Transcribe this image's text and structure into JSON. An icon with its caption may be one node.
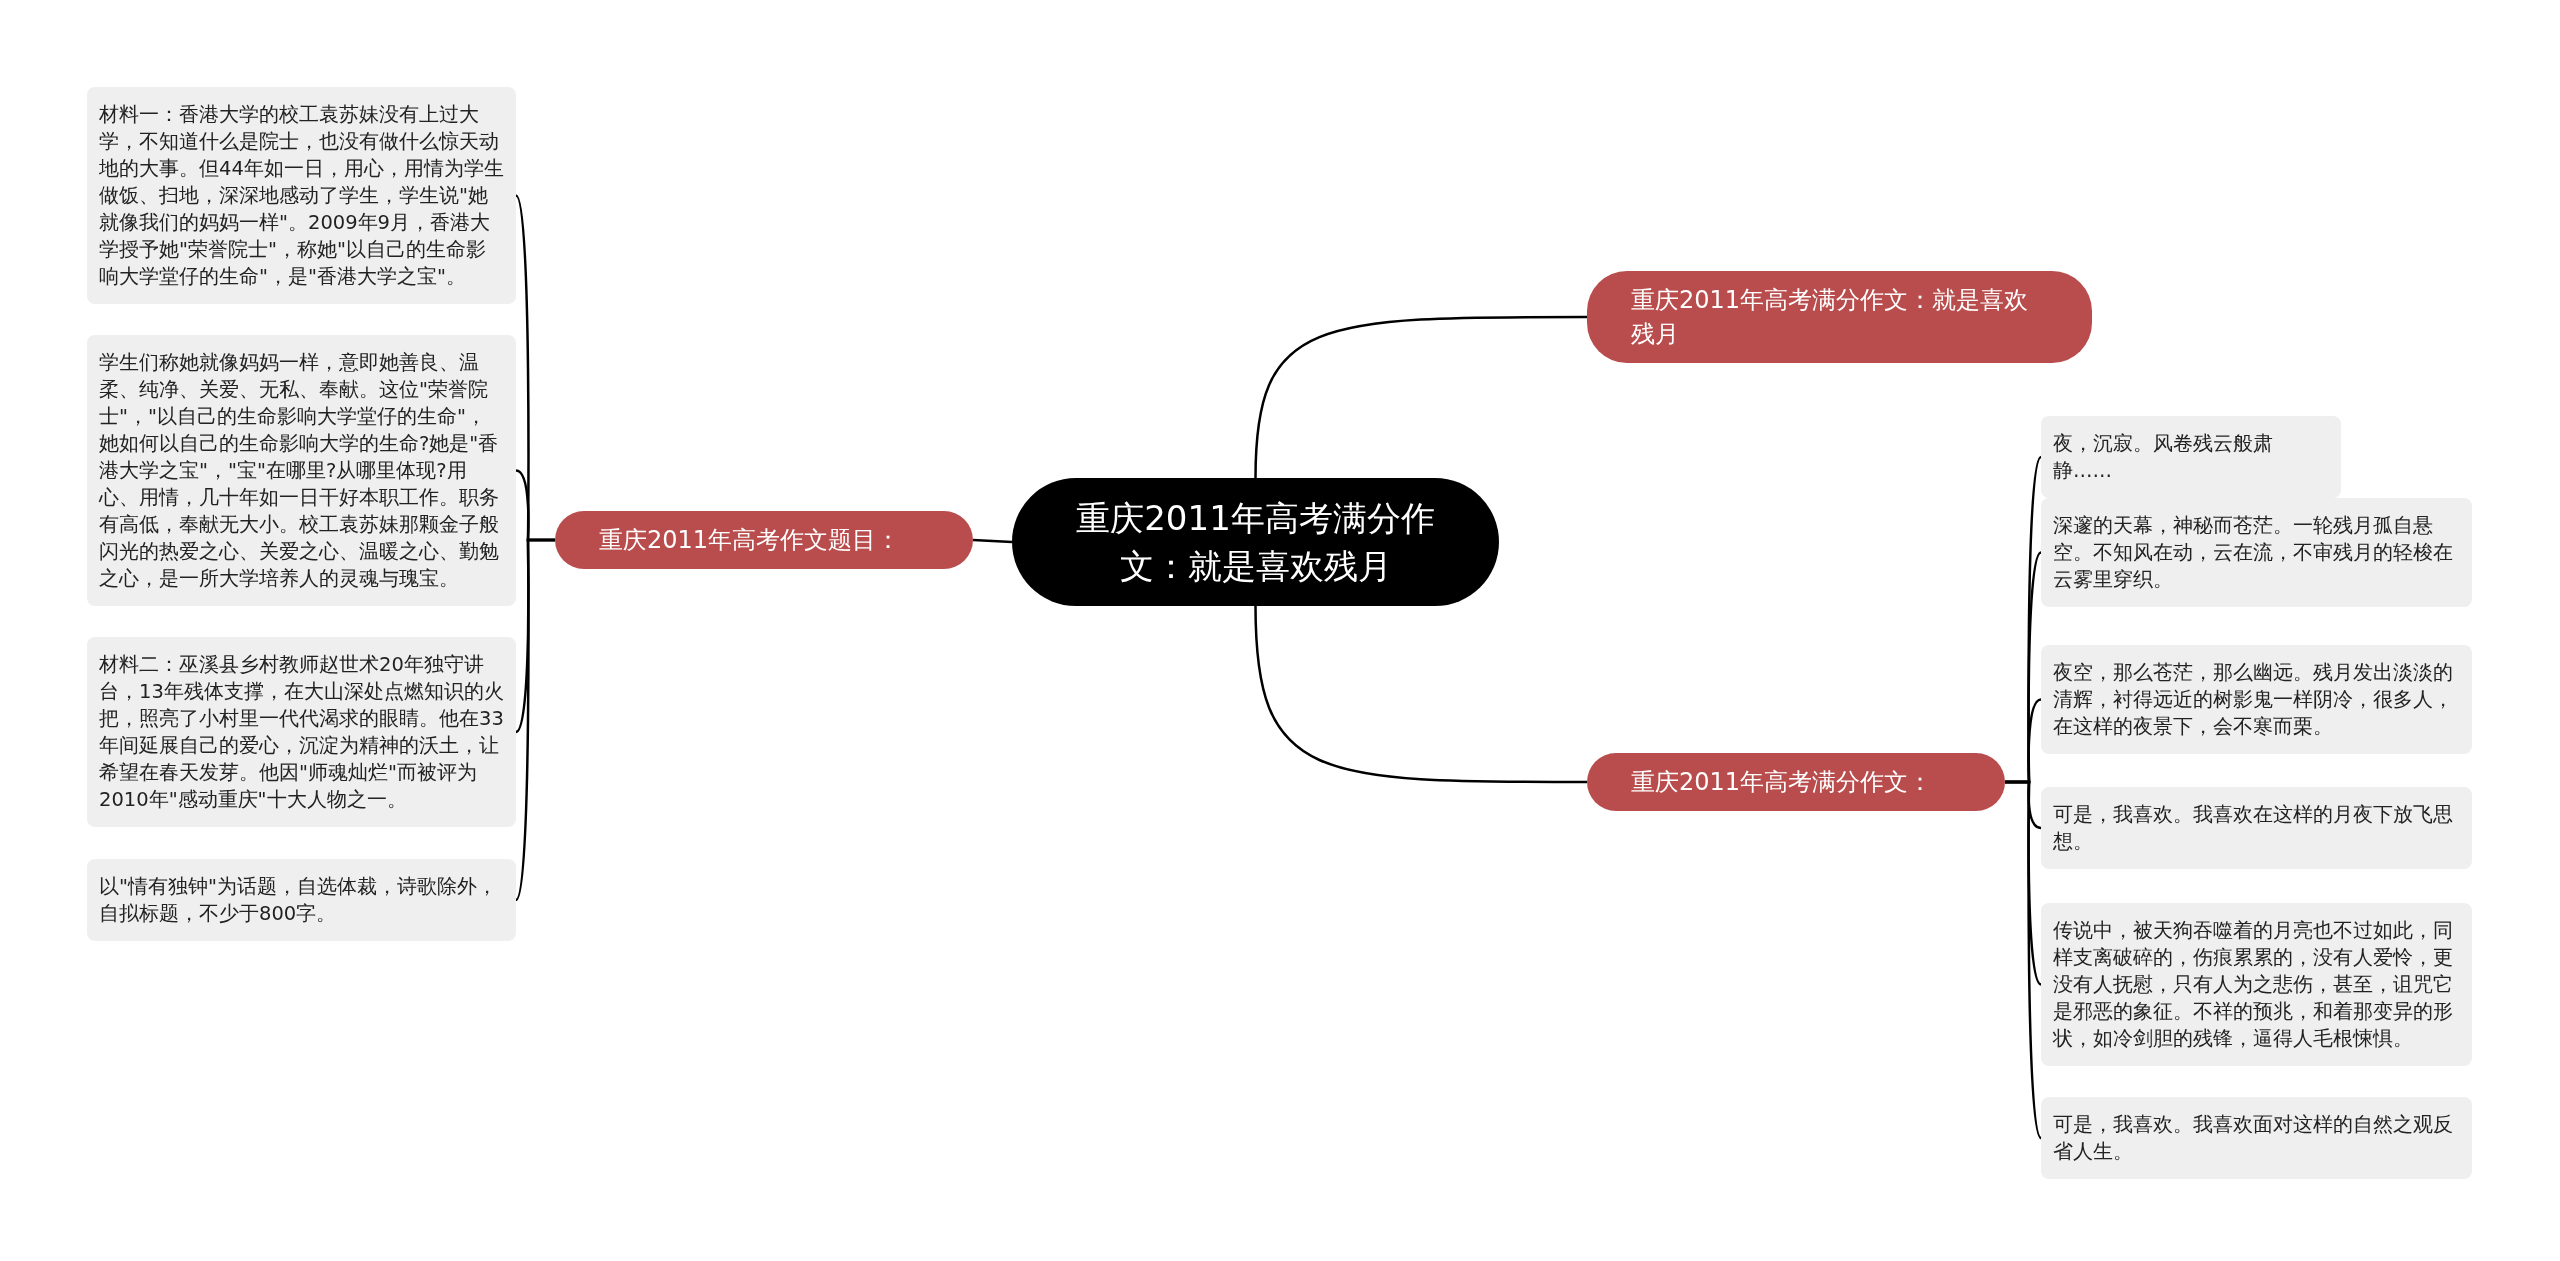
{
  "diagram": {
    "nodes": [
      {
        "text": [
          "重庆2011年高考满分作文：就是喜欢残月"
        ]
      },
      {
        "text": [
          "重庆2011年高考满分作文：就是喜欢残月"
        ]
      },
      {
        "text": [
          "重庆2011年高考满分作文："
        ]
      },
      {
        "text": [
          "重庆2011年高考作文题目："
        ]
      },
      {
        "text": [
          "材料一：香港大学的校工袁苏妹没有上过大学，不知道什么是院士，也没有做什么惊天动地的大事。但44年如一日，用心，用情为学生做饭、扫地，深深地感动了学生，学生说\"她就像我们的妈妈一样\"。2009年9月，香港大学授予她\"荣誉院士\"，称她\"以自己的生命影响大学堂仔的生命\"，是\"香港大学之宝\"。"
        ]
      },
      {
        "text": [
          "学生们称她就像妈妈一样，意即她善良、温柔、纯净、关爱、无私、奉献。这位\"荣誉院士\"，\"以自己的生命影响大学堂仔的生命\"，她如何以自己的生命影响大学的生命?她是\"香港大学之宝\"，\"宝\"在哪里?从哪里体现?用心、用情，几十年如一日干好本职工作。职务有高低，奉献无大小。校工袁苏妹那颗金子般闪光的热爱之心、关爱之心、温暖之心、勤勉之心，是一所大学培养人的灵魂与瑰宝。"
        ]
      },
      {
        "text": [
          "材料二：巫溪县乡村教师赵世术20年独守讲台，13年残体支撑，在大山深处点燃知识的火把，照亮了小村里一代代渴求的眼睛。他在33年间延展自己的爱心，沉淀为精神的沃土，让希望在春天发芽。他因\"师魂灿烂\"而被评为2010年\"感动重庆\"十大人物之一。"
        ]
      },
      {
        "text": [
          "以\"情有独钟\"为话题，自选体裁，诗歌除外，自拟标题，不少于800字。"
        ]
      },
      {
        "text": [
          "夜，沉寂。风卷残云般肃静……"
        ]
      },
      {
        "text": [
          "深邃的天幕，神秘而苍茫。一轮残月孤自悬空。不知风在动，云在流，不审残月的轻梭在云雾里穿织。"
        ]
      },
      {
        "text": [
          "夜空，那么苍茫，那么幽远。残月发出淡淡的清辉，衬得远近的树影鬼一样阴冷，很多人，在这样的夜景下，会不寒而栗。"
        ]
      },
      {
        "text": [
          "可是，我喜欢。我喜欢在这样的月夜下放飞思想。"
        ]
      },
      {
        "text": [
          "传说中，被天狗吞噬着的月亮也不过如此，同样支离破碎的，伤痕累累的，没有人爱怜，更没有人抚慰，只有人为之悲伤，甚至，诅咒它是邪恶的象征。不祥的预兆，和着那变异的形状，如冷剑胆的残锋，逼得人毛根悚惧。"
        ]
      },
      {
        "text": [
          "可是，我喜欢。我喜欢面对这样的自然之观反省人生。"
        ]
      }
    ],
    "edges": [
      {
        "from": 0,
        "to": 1,
        "arrow": "none"
      },
      {
        "from": 0,
        "to": 2,
        "arrow": "none"
      },
      {
        "from": 0,
        "to": 3,
        "arrow": "none"
      },
      {
        "from": 3,
        "to": 4,
        "arrow": "none"
      },
      {
        "from": 3,
        "to": 5,
        "arrow": "none"
      },
      {
        "from": 3,
        "to": 6,
        "arrow": "none"
      },
      {
        "from": 3,
        "to": 7,
        "arrow": "none"
      },
      {
        "from": 2,
        "to": 8,
        "arrow": "none"
      },
      {
        "from": 2,
        "to": 9,
        "arrow": "none"
      },
      {
        "from": 2,
        "to": 10,
        "arrow": "none"
      },
      {
        "from": 2,
        "to": 11,
        "arrow": "none"
      },
      {
        "from": 2,
        "to": 12,
        "arrow": "none"
      },
      {
        "from": 2,
        "to": 13,
        "arrow": "none"
      }
    ]
  }
}
